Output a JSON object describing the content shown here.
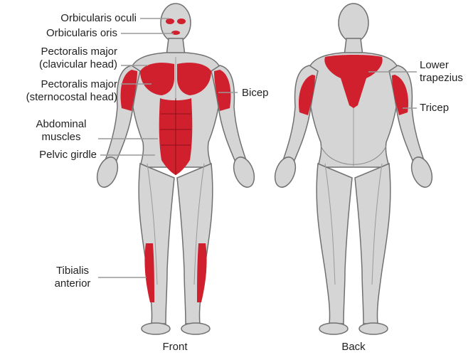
{
  "front": {
    "caption": "Front",
    "labels": {
      "orbicularis_oculi": "Orbicularis oculi",
      "orbicularis_oris": "Orbicularis oris",
      "pec_clav_1": "Pectoralis major",
      "pec_clav_2": "(clavicular head)",
      "pec_stern_1": "Pectoralis major",
      "pec_stern_2": "(sternocostal head)",
      "abdominal_1": "Abdominal",
      "abdominal_2": "muscles",
      "pelvic": "Pelvic girdle",
      "tibialis_1": "Tibialis",
      "tibialis_2": "anterior",
      "bicep": "Bicep"
    }
  },
  "back": {
    "caption": "Back",
    "labels": {
      "lower_trap_1": "Lower",
      "lower_trap_2": "trapezius",
      "tricep": "Tricep"
    }
  },
  "colors": {
    "muscle_highlight": "#d0202e",
    "body_fill": "#d5d5d5",
    "body_stroke": "#707070",
    "leader_line": "#999999"
  }
}
